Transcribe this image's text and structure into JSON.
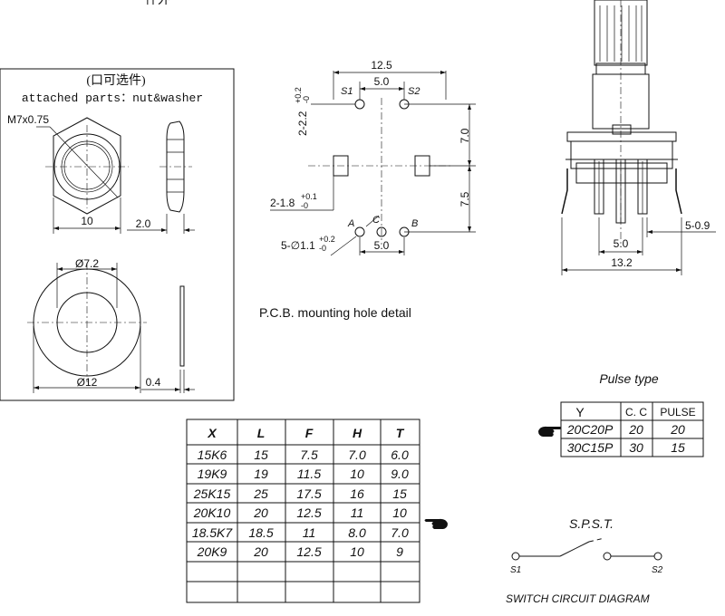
{
  "header_fragment": "件外",
  "accessories": {
    "title_cn": "(口可选件)",
    "title_en": "attached parts：nut&washer",
    "nut_thread": "M7x0.75",
    "nut_width": "10",
    "nut_thickness": "2.0",
    "washer_inner": "Ø7.2",
    "washer_outer": "Ø12",
    "washer_thickness": "0.4"
  },
  "pcb": {
    "caption": "P.C.B.  mounting hole detail",
    "width": "12.5",
    "s_spacing": "5.0",
    "top_to_center": "7.0",
    "center_to_bottom": "7.5",
    "abc_spacing": "5.0",
    "s1": "S1",
    "s2": "S2",
    "pin_a": "A",
    "pin_b": "B",
    "pin_c": "C",
    "switch_holes_base": "2-2.2",
    "switch_holes_tol_plus": "+0.2",
    "switch_holes_tol_minus": "-0",
    "mount_holes_base": "2-1.8",
    "mount_holes_tol_plus": "+0.1",
    "mount_holes_tol_minus": "-0",
    "pin_holes_base": "5-∅1.1",
    "pin_holes_tol_plus": "+0.2",
    "pin_holes_tol_minus": "-0"
  },
  "side_view": {
    "pin_pitch": "5.0",
    "body_width": "13.2",
    "pin_width": "5-0.9"
  },
  "dimension_table": {
    "headers": [
      "X",
      "L",
      "F",
      "H",
      "T"
    ],
    "rows": [
      [
        "15K6",
        "15",
        "7.5",
        "7.0",
        "6.0"
      ],
      [
        "19K9",
        "19",
        "11.5",
        "10",
        "9.0"
      ],
      [
        "25K15",
        "25",
        "17.5",
        "16",
        "15"
      ],
      [
        "20K10",
        "20",
        "12.5",
        "11",
        "10"
      ],
      [
        "18.5K7",
        "18.5",
        "11",
        "8.0",
        "7.0"
      ],
      [
        "20K9",
        "20",
        "12.5",
        "10",
        "9"
      ],
      [
        "",
        "",
        "",
        "",
        ""
      ],
      [
        "",
        "",
        "",
        "",
        ""
      ]
    ],
    "selected_row_index": 3
  },
  "pulse": {
    "title": "Pulse type",
    "headers": [
      "Y",
      "C. C",
      "PULSE"
    ],
    "rows": [
      [
        "20C20P",
        "20",
        "20"
      ],
      [
        "30C15P",
        "30",
        "15"
      ]
    ],
    "selected_row_index": 0
  },
  "switch": {
    "title": "S.P.S.T.",
    "s1": "S1",
    "s2": "S2",
    "caption": "SWITCH CIRCUIT DIAGRAM"
  }
}
